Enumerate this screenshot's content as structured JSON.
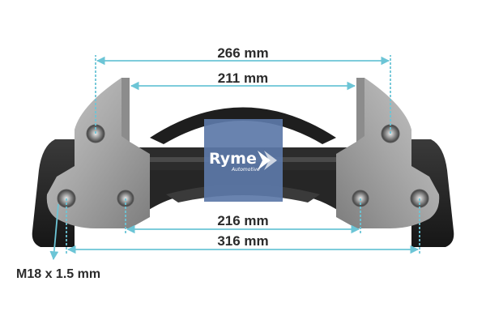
{
  "dimensions": {
    "top_outer": "266 mm",
    "top_inner": "211 mm",
    "bottom_inner": "216 mm",
    "bottom_outer": "316 mm",
    "thread": "M18 x 1.5 mm"
  },
  "logo": {
    "brand": "Ryme",
    "tagline": "Automotive"
  },
  "colors": {
    "dimension_line": "#6cc5d6",
    "cast_iron": "#2a2a2a",
    "machined_steel": "#a8a8a8",
    "logo_panel": "#5c78a8"
  }
}
